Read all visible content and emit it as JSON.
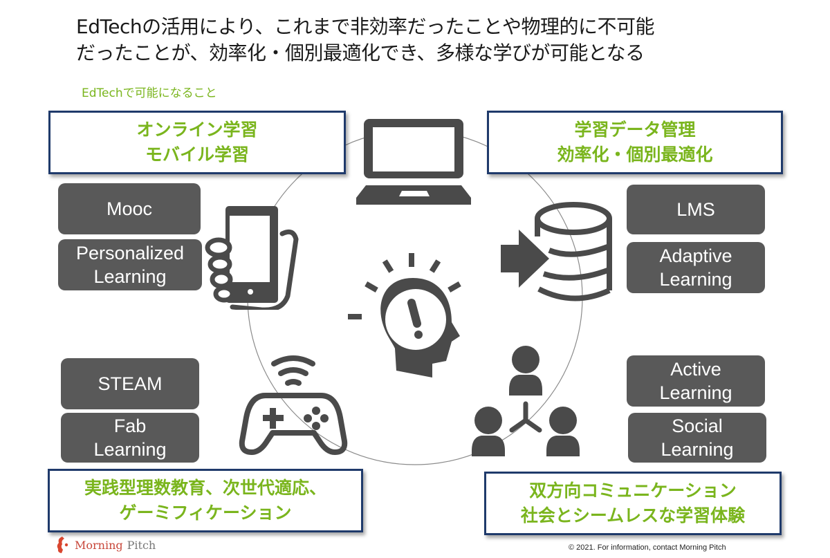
{
  "header": {
    "title_lines": [
      "EdTechの活用により、これまで非効率だったことや物理的に不可能",
      "だったことが、効率化・個別最適化でき、多様な学びが可能となる"
    ],
    "subtitle": "EdTechで可能になること"
  },
  "themes": {
    "top_left": {
      "lines": [
        "オンライン学習",
        "モバイル学習"
      ]
    },
    "top_right": {
      "lines": [
        "学習データ管理",
        "効率化・個別最適化"
      ]
    },
    "bottom_left": {
      "lines": [
        "実践型理数教育、次世代適応、",
        "ゲーミフィケーション"
      ]
    },
    "bottom_right": {
      "lines": [
        "双方向コミュニケーション",
        "社会とシームレスな学習体験"
      ]
    }
  },
  "pills": {
    "mooc": {
      "lines": [
        "Mooc"
      ]
    },
    "personalized": {
      "lines": [
        "Personalized",
        "Learning"
      ]
    },
    "lms": {
      "lines": [
        "LMS"
      ]
    },
    "adaptive": {
      "lines": [
        "Adaptive",
        "Learning"
      ]
    },
    "steam": {
      "lines": [
        "STEAM"
      ]
    },
    "fab": {
      "lines": [
        "Fab",
        "Learning"
      ]
    },
    "active": {
      "lines": [
        "Active",
        "Learning"
      ]
    },
    "social": {
      "lines": [
        "Social",
        "Learning"
      ]
    }
  },
  "icons": {
    "center": "idea-head-icon",
    "top": "laptop-icon",
    "left": "smartphone-hand-icon",
    "right": "database-input-icon",
    "bottom_left": "game-controller-icon",
    "bottom_right": "group-network-icon"
  },
  "colors": {
    "accent_green": "#7ab51d",
    "box_border_navy": "#1f3a6b",
    "pill_gray": "#595959",
    "icon_gray": "#4a4a4a",
    "brand_red": "#c8473a"
  },
  "footer": {
    "brand_part1": "Morning",
    "brand_part2": "Pitch",
    "copyright": "© 2021. For information,  contact Morning  Pitch"
  }
}
